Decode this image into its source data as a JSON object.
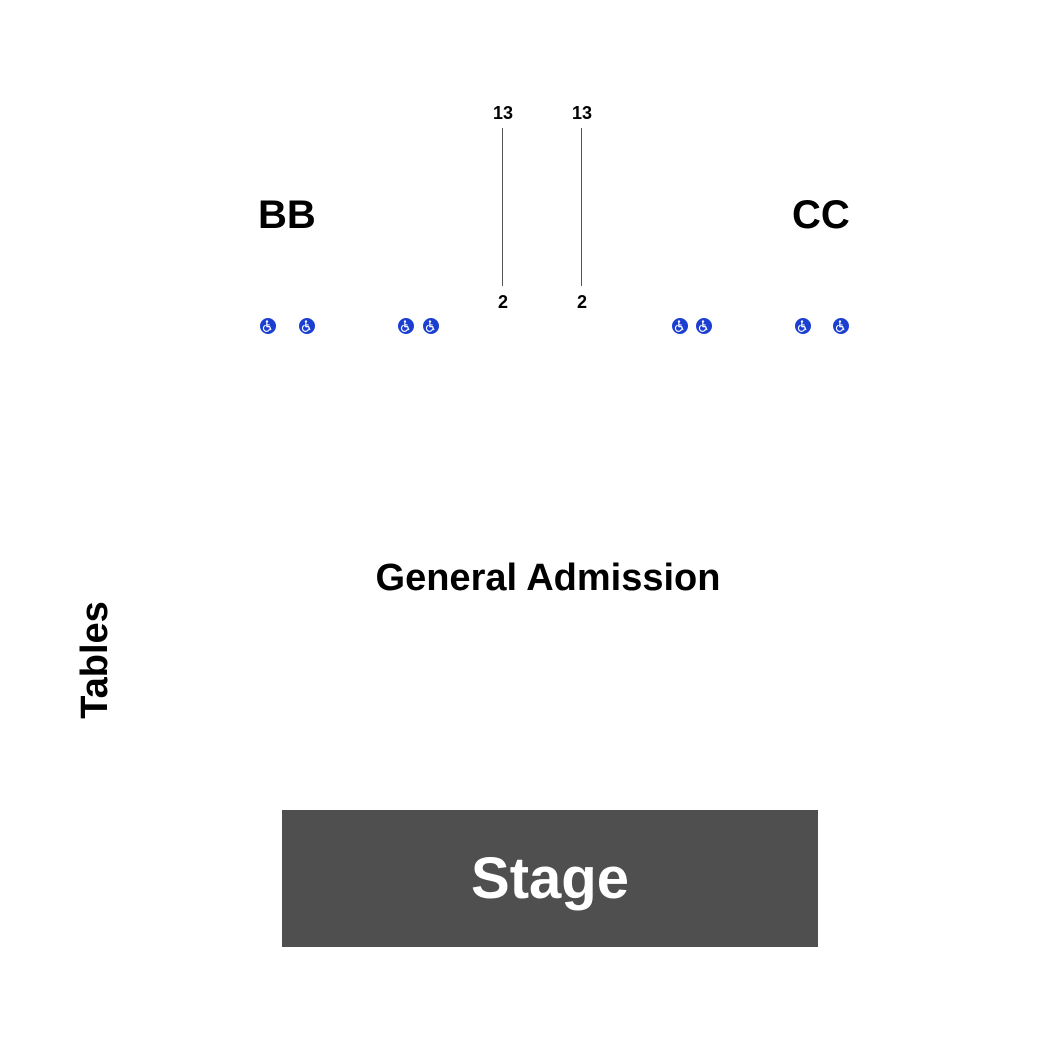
{
  "sections": {
    "bb": "BB",
    "cc": "CC",
    "general_admission": "General Admission",
    "tables": "Tables"
  },
  "rows": {
    "aisle_left_top": "13",
    "aisle_right_top": "13",
    "aisle_left_bottom": "2",
    "aisle_right_bottom": "2"
  },
  "stage": {
    "label": "Stage"
  },
  "icons": {
    "accessible_seat": "wheelchair-icon"
  },
  "colors": {
    "accessible": "#1a3fd1",
    "stage_fill": "#4f4f4f",
    "stage_text": "#ffffff",
    "aisle_line": "#555555",
    "text": "#000000"
  }
}
